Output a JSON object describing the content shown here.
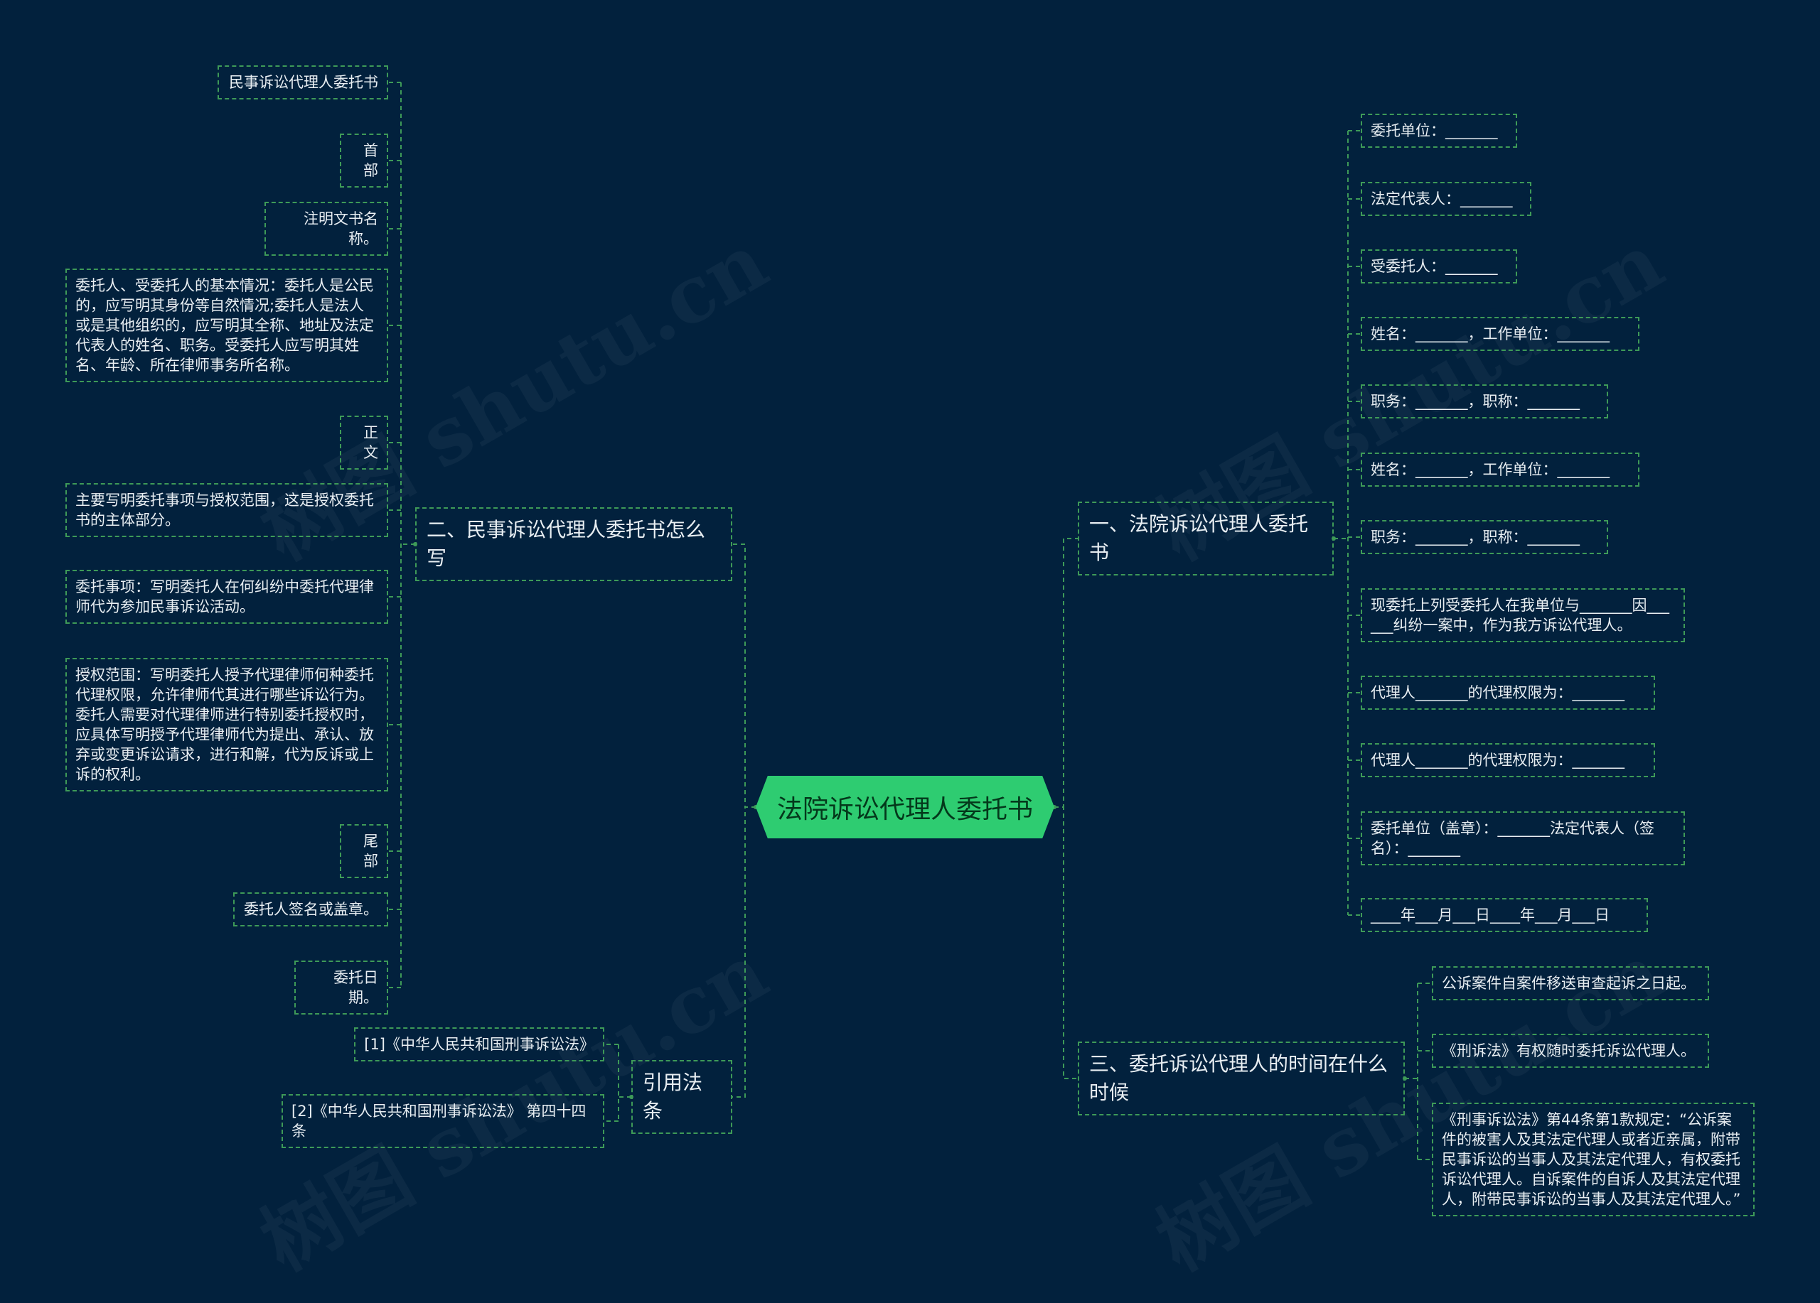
{
  "center": "法院诉讼代理人委托书",
  "watermark": "树图 shutu.cn",
  "colors": {
    "background": "#02213d",
    "line": "#3e9a58",
    "center": "#2ecc71",
    "text": "#e8eef2"
  },
  "branches": {
    "b1": {
      "label": "一、法院诉讼代理人委托书",
      "items": [
        "委托单位：_______",
        "法定代表人：_______",
        "受委托人：_______",
        "姓名：_______，工作单位：_______",
        "职务：_______，职称：_______",
        "姓名：_______，工作单位：_______",
        "职务：_______，职称：_______",
        "现委托上列受委托人在我单位与_______因______纠纷一案中，作为我方诉讼代理人。",
        "代理人_______的代理权限为：_______",
        "代理人_______的代理权限为：_______",
        "委托单位（盖章）：_______法定代表人（签名）：_______",
        "____年___月___日____年___月___日"
      ]
    },
    "b2": {
      "label": "二、民事诉讼代理人委托书怎么写",
      "items": [
        "民事诉讼代理人委托书",
        "首部",
        "注明文书名称。",
        "委托人、受委托人的基本情况：委托人是公民的，应写明其身份等自然情况;委托人是法人或是其他组织的，应写明其全称、地址及法定代表人的姓名、职务。受委托人应写明其姓名、年龄、所在律师事务所名称。",
        "正文",
        "主要写明委托事项与授权范围，这是授权委托书的主体部分。",
        "委托事项：写明委托人在何纠纷中委托代理律师代为参加民事诉讼活动。",
        "授权范围：写明委托人授予代理律师何种委托代理权限，允许律师代其进行哪些诉讼行为。委托人需要对代理律师进行特别委托授权时，应具体写明授予代理律师代为提出、承认、放弃或变更诉讼请求，进行和解，代为反诉或上诉的权利。",
        "尾部",
        "委托人签名或盖章。",
        "委托日期。"
      ]
    },
    "b3": {
      "label": "三、委托诉讼代理人的时间在什么时候",
      "items": [
        "公诉案件自案件移送审查起诉之日起。",
        "《刑诉法》有权随时委托诉讼代理人。",
        "《刑事诉讼法》第44条第1款规定：“公诉案件的被害人及其法定代理人或者近亲属，附带民事诉讼的当事人及其法定代理人，有权委托诉讼代理人。自诉案件的自诉人及其法定代理人，附带民事诉讼的当事人及其法定代理人。”"
      ]
    },
    "b4": {
      "label": "引用法条",
      "items": [
        "[1]《中华人民共和国刑事诉讼法》",
        "[2]《中华人民共和国刑事诉讼法》 第四十四条"
      ]
    }
  }
}
